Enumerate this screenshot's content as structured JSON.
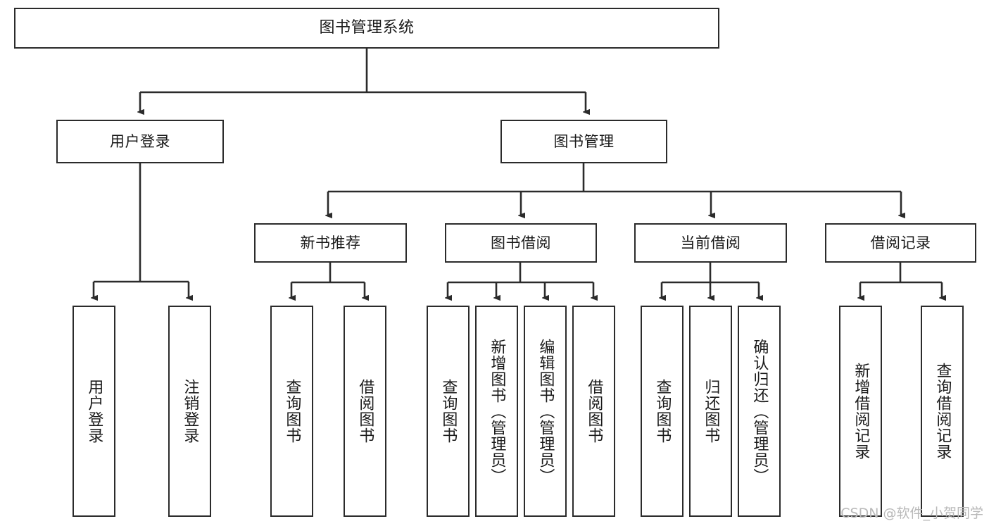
{
  "diagram": {
    "title": "图书管理系统",
    "type": "tree-hierarchy",
    "orientation": "top-down",
    "colors": {
      "box_border": "#2b2b2b",
      "box_fill": "#ffffff",
      "edge": "#2b2b2b",
      "text": "#1a1a1a",
      "watermark": "#b9b9b9",
      "background": "#ffffff"
    }
  },
  "nodes": {
    "root": {
      "label": "图书管理系统"
    },
    "level2": [
      {
        "label": "用户登录"
      },
      {
        "label": "图书管理"
      }
    ],
    "level3": [
      {
        "label": "新书推荐"
      },
      {
        "label": "图书借阅"
      },
      {
        "label": "当前借阅"
      },
      {
        "label": "借阅记录"
      }
    ],
    "leaves": {
      "user_login": [
        {
          "label": "用户登录"
        },
        {
          "label": "注销登录"
        }
      ],
      "new_book_recommend": [
        {
          "label": "查询图书"
        },
        {
          "label": "借阅图书"
        }
      ],
      "book_borrow": [
        {
          "label": "查询图书"
        },
        {
          "label": "新增图书（管理员）"
        },
        {
          "label": "编辑图书（管理员）"
        },
        {
          "label": "借阅图书"
        }
      ],
      "current_borrow": [
        {
          "label": "查询图书"
        },
        {
          "label": "归还图书"
        },
        {
          "label": "确认归还（管理员）"
        }
      ],
      "borrow_record": [
        {
          "label": "新增借阅记录"
        },
        {
          "label": "查询借阅记录"
        }
      ]
    }
  },
  "watermark": {
    "text": "CSDN @软件_小贺同学"
  }
}
